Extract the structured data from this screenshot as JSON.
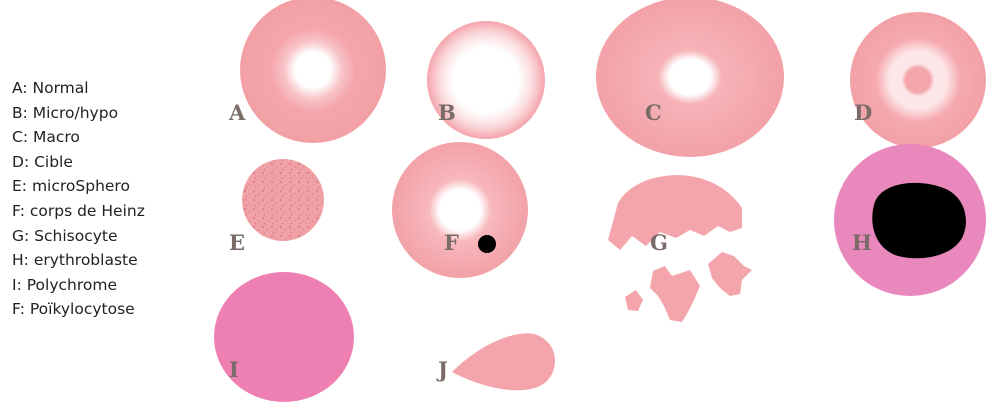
{
  "legend": [
    {
      "key": "A",
      "label": "Normal"
    },
    {
      "key": "B",
      "label": "Micro/hypo"
    },
    {
      "key": "C",
      "label": "Macro"
    },
    {
      "key": "D",
      "label": "Cible"
    },
    {
      "key": "E",
      "label": "microSphero"
    },
    {
      "key": "F",
      "label": "corps de Heinz"
    },
    {
      "key": "G",
      "label": "Schisocyte"
    },
    {
      "key": "H",
      "label": "erythroblaste"
    },
    {
      "key": "I",
      "label": "Polychrome"
    },
    {
      "key": "F",
      "label": "Poïkylocytose"
    }
  ],
  "cells": {
    "a": "A",
    "b": "B",
    "c": "C",
    "d": "D",
    "e": "E",
    "f": "F",
    "g": "G",
    "h": "H",
    "i": "I",
    "j": "J"
  },
  "colors": {
    "cell": "#f4a3a8",
    "pale": "#ffffff",
    "inclusion": "#000000",
    "polychrome": "#ee7fb3",
    "erythroblast_cytoplasm": "#e988bd"
  }
}
